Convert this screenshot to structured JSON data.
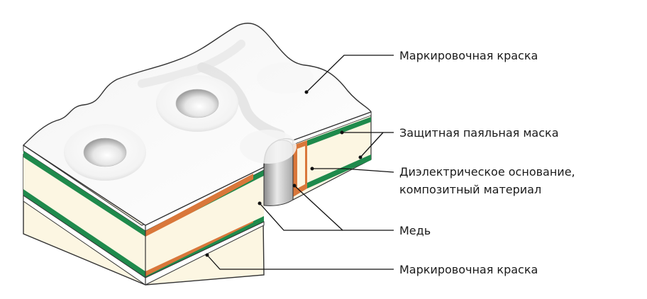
{
  "labels": {
    "marking_top": "Маркировочная краска",
    "solder_mask": "Защитная паяльная маска",
    "dielectric_line1": "Диэлектрическое основание,",
    "dielectric_line2": "композитный материал",
    "copper": "Медь",
    "marking_bottom": "Маркировочная краска"
  },
  "colors": {
    "silkscreen": "#ffffff",
    "solder_mask": "#1f8a4c",
    "dielectric": "#fcf6e2",
    "copper": "#d9773a",
    "outline": "#333333"
  }
}
